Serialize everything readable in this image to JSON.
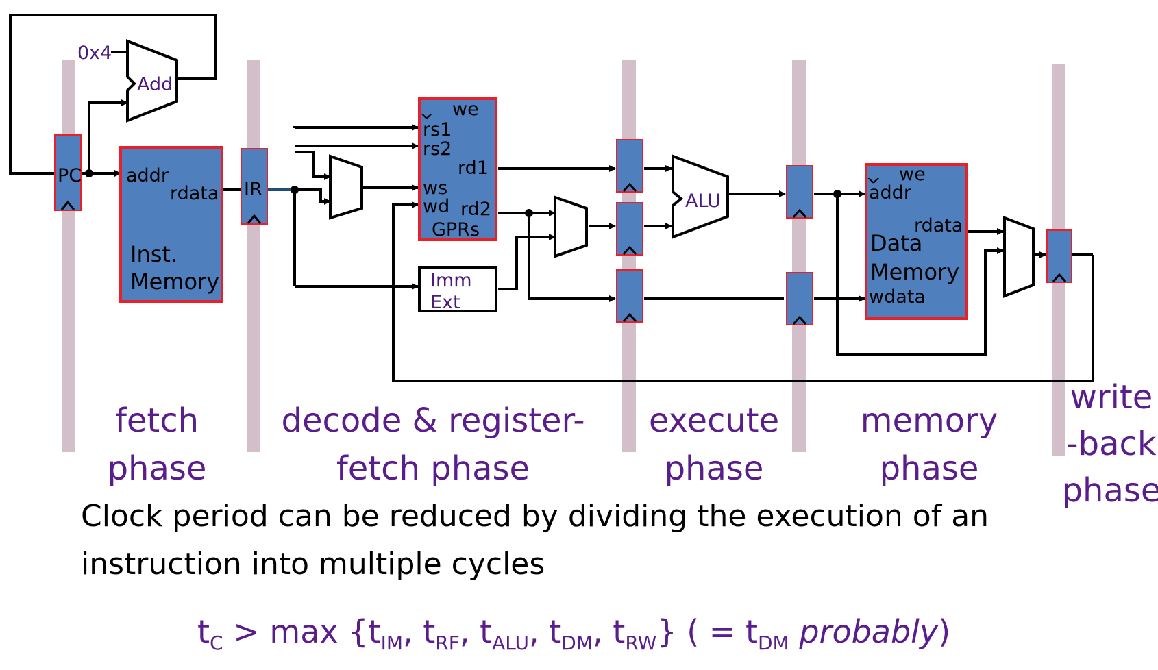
{
  "constants": {
    "four": "0x4"
  },
  "blocks": {
    "pc": "PC",
    "adder": "Add",
    "ir": "IR",
    "alu": "ALU",
    "inst_mem": {
      "addr": "addr",
      "rdata": "rdata",
      "name_line1": "Inst.",
      "name_line2": "Memory"
    },
    "gprs": {
      "clk": "^",
      "we": "we",
      "rs1": "rs1",
      "rs2": "rs2",
      "rd1": "rd1",
      "ws": "ws",
      "wd": "wd",
      "rd2": "rd2",
      "name": "GPRs"
    },
    "imm_ext": {
      "line1": "Imm",
      "line2": "Ext"
    },
    "data_mem": {
      "clk": "^",
      "we": "we",
      "addr": "addr",
      "rdata": "rdata",
      "name_line1": "Data",
      "name_line2": "Memory",
      "wdata": "wdata"
    }
  },
  "phases": {
    "fetch": [
      "fetch",
      "phase"
    ],
    "decode": [
      "decode & register-",
      "fetch phase"
    ],
    "execute": [
      "execute",
      "phase"
    ],
    "memory": [
      "memory",
      "phase"
    ],
    "writeback": [
      "write",
      "-back",
      "phase"
    ]
  },
  "caption": {
    "line1": "Clock period can be reduced by dividing the execution of an",
    "line2": "instruction into multiple cycles"
  },
  "formula": {
    "t": "t",
    "c": "C",
    "gt_max": " > max {",
    "im": "IM",
    "rf": "RF",
    "alu": "ALU",
    "dm": "DM",
    "rw": "RW",
    "comma": ", ",
    "close": "} ( = ",
    "probably": "probably",
    "end": ")"
  },
  "colors": {
    "register_fill": "#4f7fbd",
    "block_border": "#e8202a",
    "pipeline_bar": "#d3bfca",
    "phase_text": "#5a1e8c",
    "wire": "#000000"
  }
}
